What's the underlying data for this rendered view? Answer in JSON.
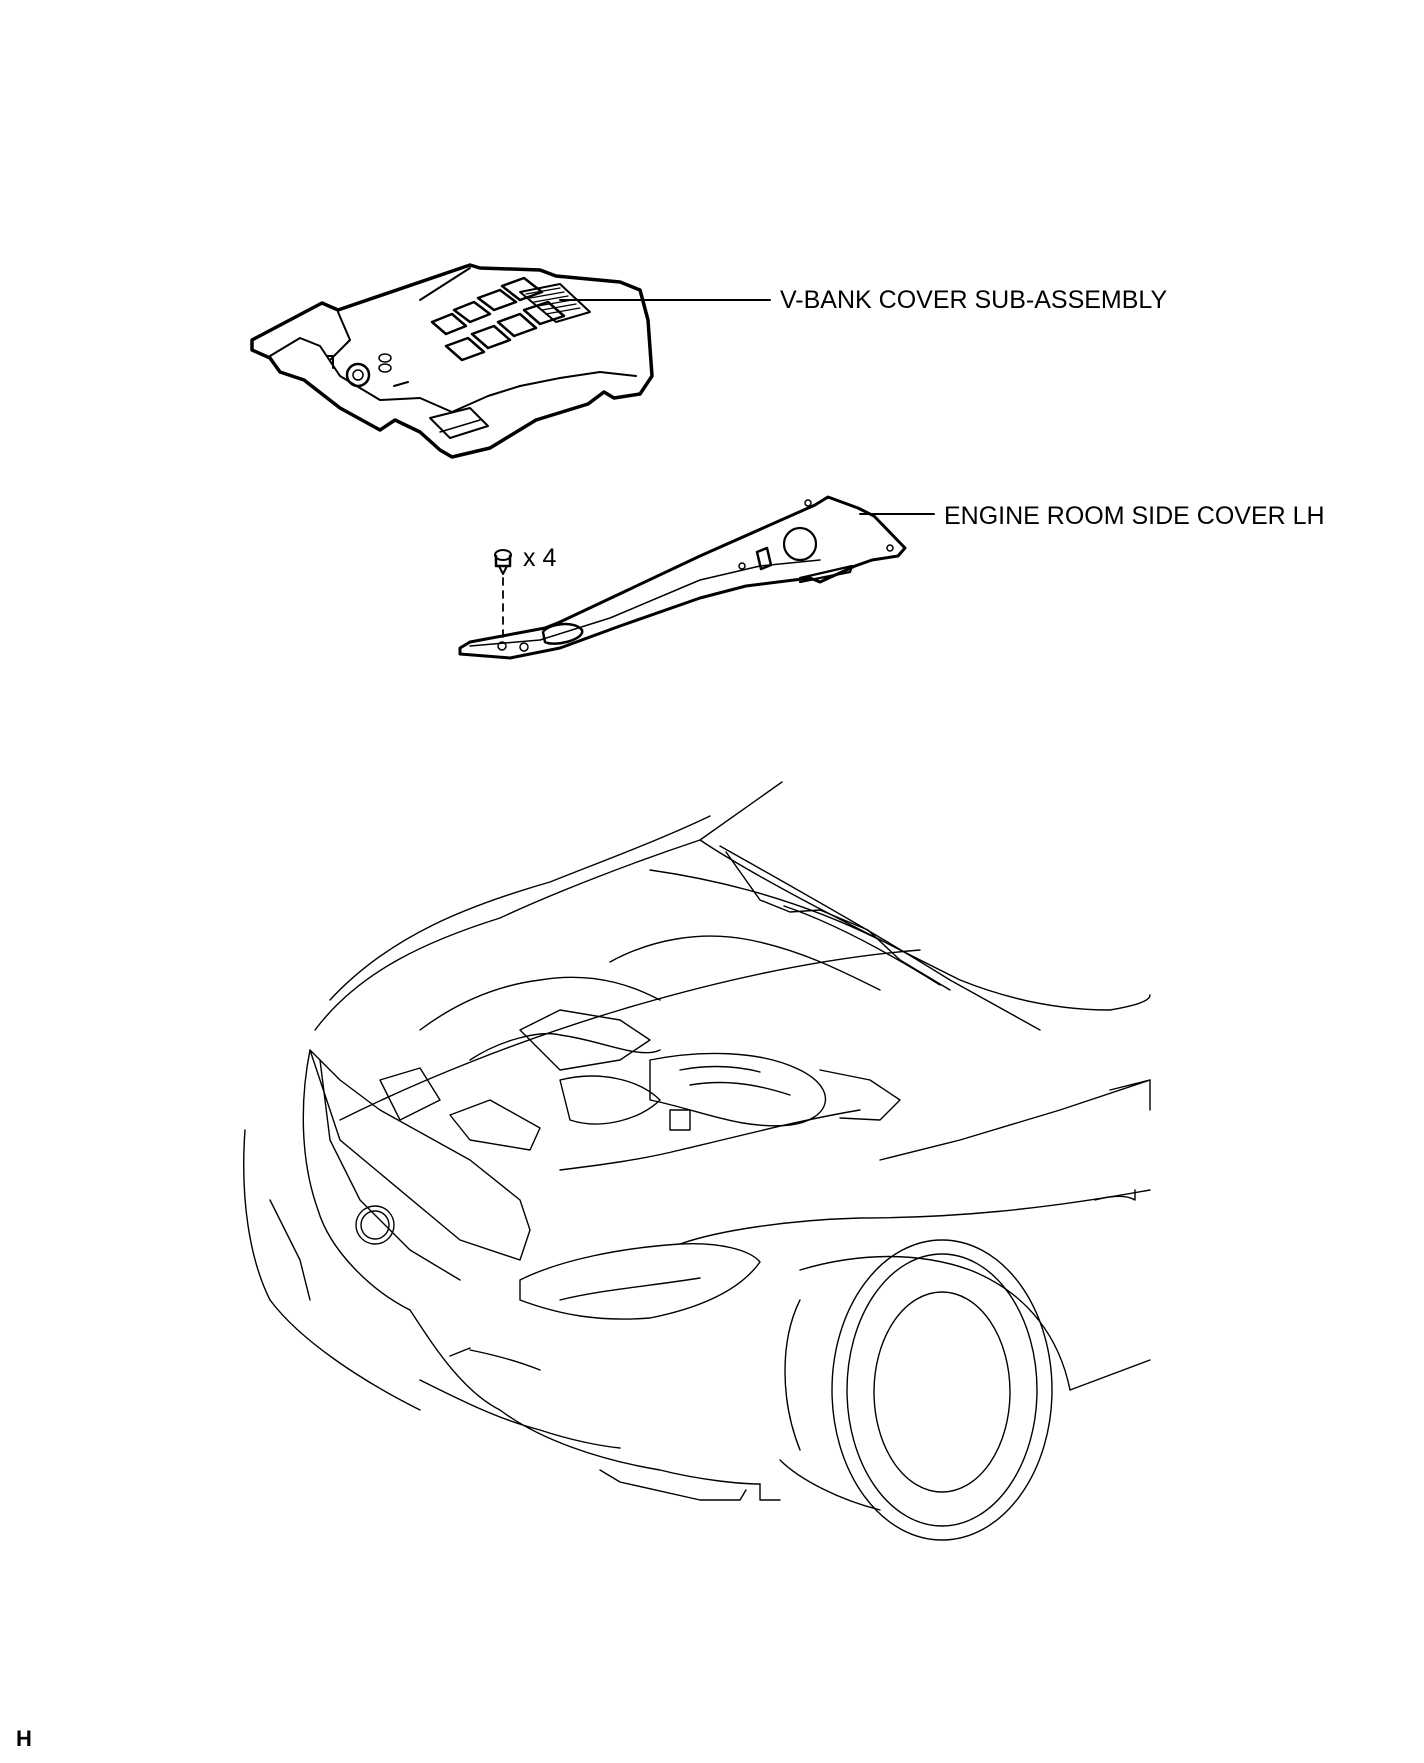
{
  "callouts": {
    "vbank_cover": "V-BANK COVER SUB-ASSEMBLY",
    "side_cover": "ENGINE ROOM SIDE COVER LH",
    "clip_quantity": "x 4"
  },
  "figure_code": "H",
  "colors": {
    "ink": "#000000",
    "paper": "#ffffff"
  }
}
